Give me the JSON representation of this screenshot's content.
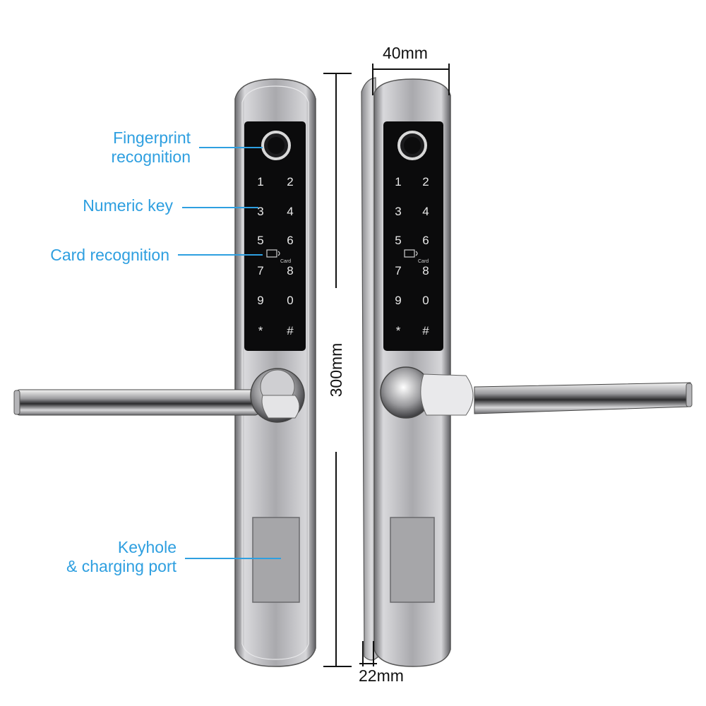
{
  "callouts": {
    "fingerprint": [
      "Fingerprint",
      "recognition"
    ],
    "numeric": "Numeric key",
    "card": "Card recognition",
    "keyhole": [
      "Keyhole",
      "& charging port"
    ]
  },
  "dimensions": {
    "width": "40mm",
    "height": "300mm",
    "depth": "22mm"
  },
  "keypad": {
    "keys": [
      "1",
      "2",
      "3",
      "4",
      "5",
      "6",
      "7",
      "8",
      "9",
      "0",
      "*",
      "#"
    ],
    "card_symbol": "Card"
  },
  "colors": {
    "callout_blue": "#2e9fe0",
    "panel_black": "#0b0b0c",
    "metal_silver": "#b9b9bc"
  }
}
